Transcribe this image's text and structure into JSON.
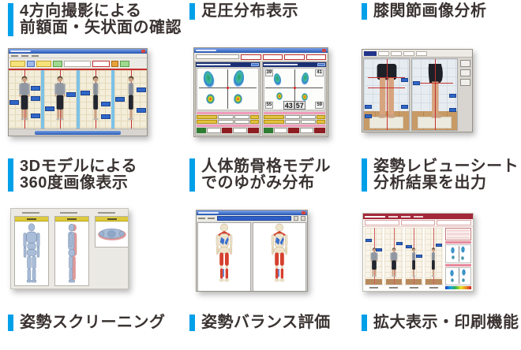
{
  "accent_color": "#00a0e9",
  "features": [
    {
      "id": "four-direction-capture",
      "title": [
        "4方向撮影による",
        "前額面・矢状面の確認"
      ]
    },
    {
      "id": "foot-pressure-display",
      "title": [
        "足圧分布表示"
      ]
    },
    {
      "id": "knee-image-analysis",
      "title": [
        "膝関節画像分析"
      ]
    },
    {
      "id": "3d-model-360-view",
      "title": [
        "3Dモデルによる",
        "360度画像表示"
      ]
    },
    {
      "id": "musculoskeletal-model",
      "title": [
        "人体筋骨格モデル",
        "でのゆがみ分布"
      ]
    },
    {
      "id": "posture-review-sheet",
      "title": [
        "姿勢レビューシート",
        "分析結果を出力"
      ]
    },
    {
      "id": "posture-screening",
      "title": [
        "姿勢スクリーニング"
      ]
    },
    {
      "id": "posture-balance",
      "title": [
        "姿勢バランス評価"
      ]
    },
    {
      "id": "zoom-print",
      "title": [
        "拡大表示・印刷機能"
      ]
    }
  ],
  "foot_pressure": {
    "corner_top_left": "39",
    "corner_top_right": "41",
    "corner_bottom_left": "55",
    "corner_bottom_right": "59",
    "balance_left": "43",
    "balance_right": "57"
  }
}
